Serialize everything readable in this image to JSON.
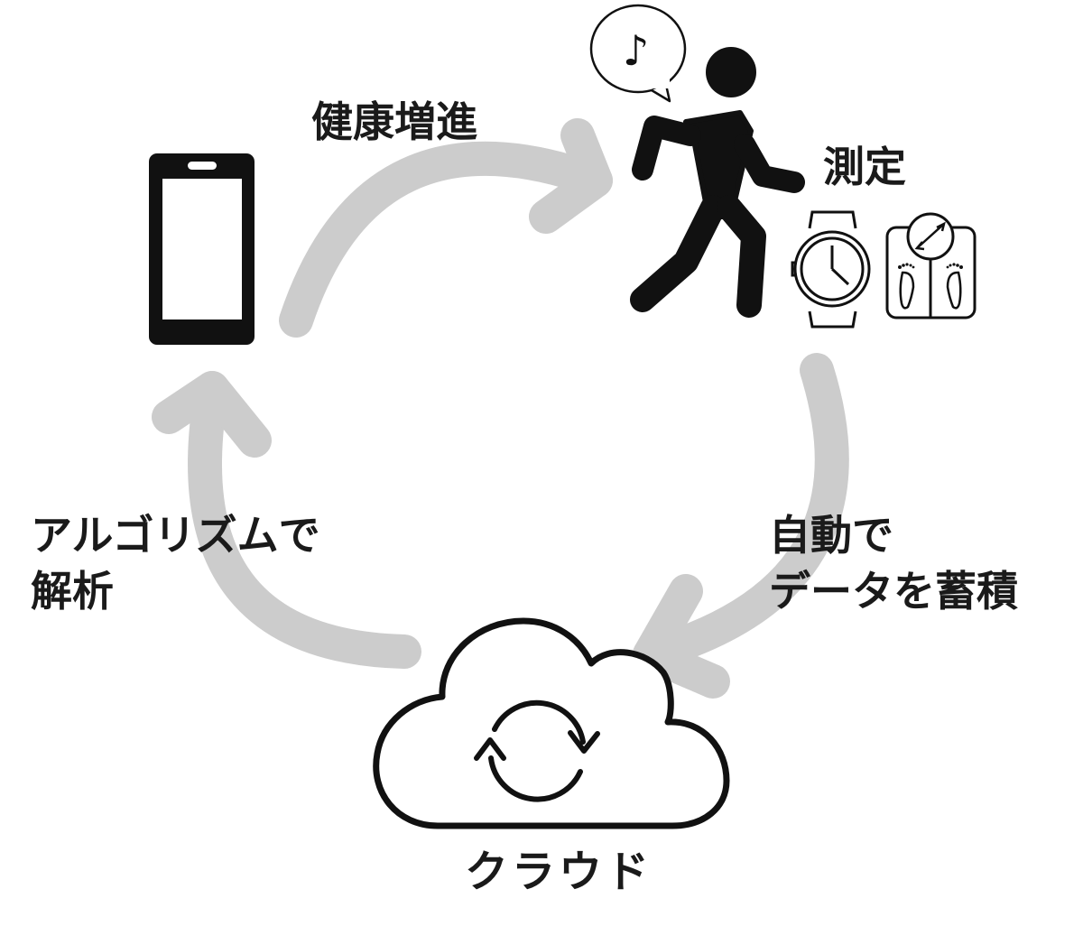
{
  "labels": {
    "health": "健康増進",
    "measure": "測定",
    "auto_line1": "自動で",
    "auto_line2": "データを蓄積",
    "algo_line1": "アルゴリズムで",
    "algo_line2": "解析",
    "cloud": "クラウド"
  },
  "music_note": "♪",
  "icons": [
    "smartphone-icon",
    "walking-person-icon",
    "speech-bubble-icon",
    "watch-icon",
    "scale-icon",
    "cloud-icon",
    "sync-icon"
  ],
  "colors": {
    "arrow": "#cccccc",
    "ink": "#111111",
    "background": "#ffffff"
  }
}
